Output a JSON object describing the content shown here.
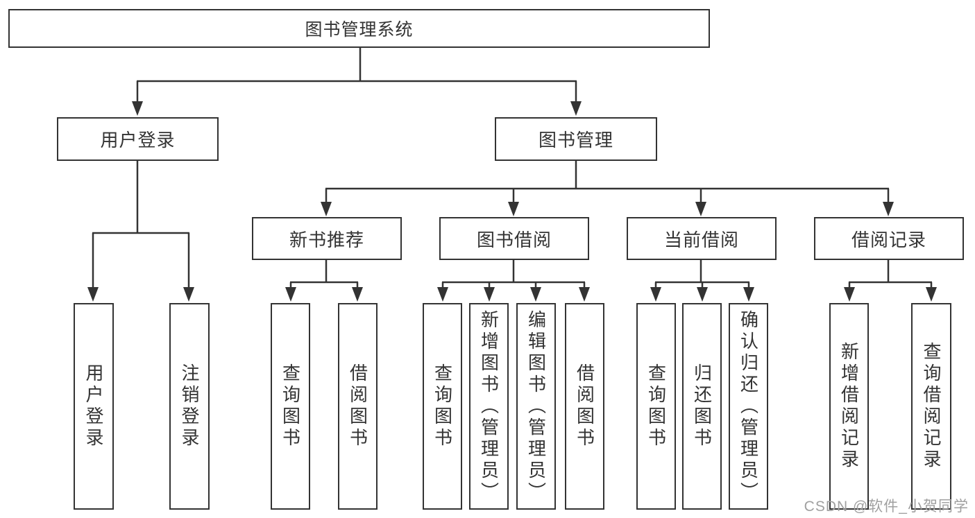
{
  "tree": {
    "root": "图书管理系统",
    "branches": [
      {
        "label": "用户登录",
        "children": [
          "用户登录",
          "注销登录"
        ]
      },
      {
        "label": "图书管理",
        "groups": [
          {
            "label": "新书推荐",
            "children": [
              "查询图书",
              "借阅图书"
            ]
          },
          {
            "label": "图书借阅",
            "children": [
              "查询图书",
              "新增图书（管理员）",
              "编辑图书（管理员）",
              "借阅图书"
            ]
          },
          {
            "label": "当前借阅",
            "children": [
              "查询图书",
              "归还图书",
              "确认归还（管理员）"
            ]
          },
          {
            "label": "借阅记录",
            "children": [
              "新增借阅记录",
              "查询借阅记录"
            ]
          }
        ]
      }
    ]
  },
  "watermark": {
    "text": "CSDN @软件_小贺同学"
  },
  "colors": {
    "line": "#333333",
    "border": "#333333",
    "text": "#333333",
    "bg": "#ffffff",
    "watermark": "#a0a0a0"
  }
}
